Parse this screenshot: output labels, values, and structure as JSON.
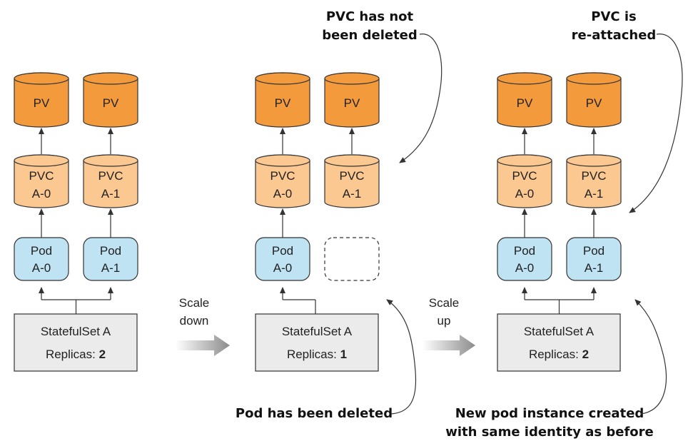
{
  "colors": {
    "pv_fill": "#f39a3c",
    "pvc_fill": "#fbc891",
    "pod_fill": "#bfe3f2",
    "statefulset_fill": "#ebebeb",
    "stroke": "#333333"
  },
  "pv_label": "PV",
  "pvc_label": "PVC",
  "pod_label": "Pod",
  "panels": [
    {
      "pvcs": [
        "A-0",
        "A-1"
      ],
      "pods": [
        "A-0",
        "A-1"
      ],
      "statefulset_name": "StatefulSet A",
      "replicas_label": "Replicas:",
      "replicas_value": "2"
    },
    {
      "pvcs": [
        "A-0",
        "A-1"
      ],
      "pods": [
        "A-0",
        ""
      ],
      "statefulset_name": "StatefulSet A",
      "replicas_label": "Replicas:",
      "replicas_value": "1"
    },
    {
      "pvcs": [
        "A-0",
        "A-1"
      ],
      "pods": [
        "A-0",
        "A-1"
      ],
      "statefulset_name": "StatefulSet A",
      "replicas_label": "Replicas:",
      "replicas_value": "2"
    }
  ],
  "transitions": [
    {
      "line1": "Scale",
      "line2": "down"
    },
    {
      "line1": "Scale",
      "line2": "up"
    }
  ],
  "annotations": {
    "pvc_not_deleted": [
      "PVC has not",
      "been deleted"
    ],
    "pvc_reattached": [
      "PVC is",
      "re-attached"
    ],
    "pod_deleted": [
      "Pod has been deleted"
    ],
    "new_pod": [
      "New pod instance created",
      "with same identity as before"
    ]
  }
}
